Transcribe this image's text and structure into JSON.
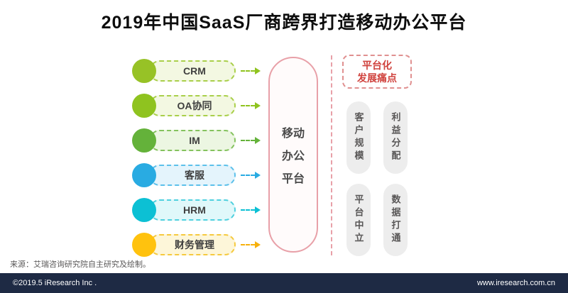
{
  "title": "2019年中国SaaS厂商跨界打造移动办公平台",
  "flows": [
    {
      "label": "CRM",
      "dot_color": "#97c226",
      "border_color": "#a9cf4a",
      "fill_color": "#f3f8e2",
      "arrow_color": "#8fc31f"
    },
    {
      "label": "OA协同",
      "dot_color": "#8fc31f",
      "border_color": "#a9cf4a",
      "fill_color": "#f3f8e2",
      "arrow_color": "#8fc31f"
    },
    {
      "label": "IM",
      "dot_color": "#64b23a",
      "border_color": "#84c25e",
      "fill_color": "#ecf6e2",
      "arrow_color": "#64b23a"
    },
    {
      "label": "客服",
      "dot_color": "#29abe2",
      "border_color": "#5cc0ea",
      "fill_color": "#e4f4fc",
      "arrow_color": "#29abe2"
    },
    {
      "label": "HRM",
      "dot_color": "#0cc0d4",
      "border_color": "#4fd0de",
      "fill_color": "#e0f8fa",
      "arrow_color": "#0cc0d4"
    },
    {
      "label": "财务管理",
      "dot_color": "#ffc20e",
      "border_color": "#f5c93e",
      "fill_color": "#fdf6d9",
      "arrow_color": "#f7b10d"
    }
  ],
  "platform": {
    "label_lines": [
      "移动",
      "办公",
      "平台"
    ]
  },
  "pain_points": {
    "header_line1": "平台化",
    "header_line2": "发展痛点",
    "items": [
      "客户规模",
      "利益分配",
      "平台中立",
      "数据打通"
    ]
  },
  "source_note": "来源：艾瑞咨询研究院自主研究及绘制。",
  "footer": {
    "left": "©2019.5 iResearch Inc .",
    "right": "www.iresearch.com.cn"
  },
  "colors": {
    "title_color": "#0d0d0d",
    "label_color": "#3f3f3f",
    "platform_accent": "#e8a0a8",
    "pain_accent": "#d0433e",
    "pain_border": "#e09090",
    "pain_pill_bg": "#ededed",
    "footer_bg": "#1e2a44"
  }
}
